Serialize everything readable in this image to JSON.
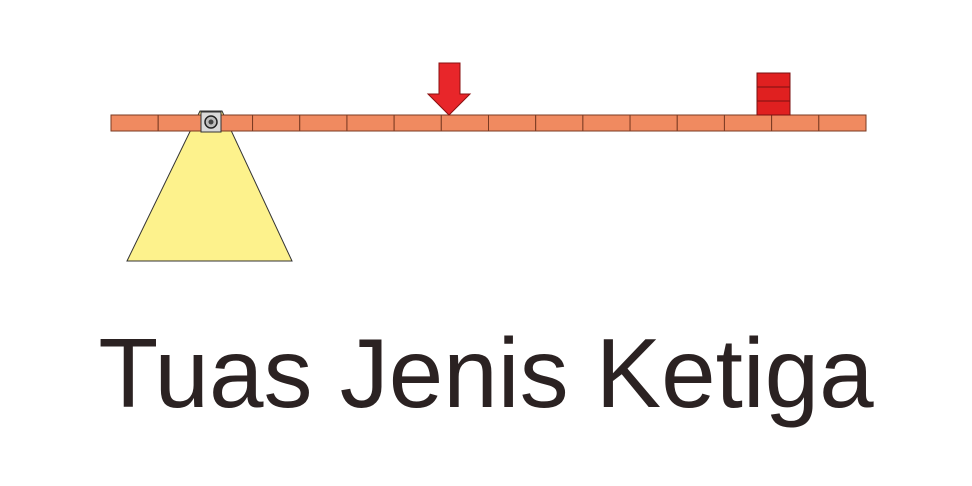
{
  "caption": "Tuas Jenis Ketiga",
  "lever": {
    "segments": 16
  },
  "load": {
    "blocks": 3
  },
  "colors": {
    "beam_fill": "#f08a60",
    "beam_stroke": "#7a3a22",
    "fulcrum_fill": "#fdf28c",
    "fulcrum_stroke": "#333333",
    "effort_arrow": "#e8262a",
    "load_fill": "#e02020",
    "load_stroke": "#7a1010",
    "pivot_fill": "#cccccc",
    "caption_text": "#2b2222"
  },
  "icons": {
    "fulcrum": "fulcrum-triangle",
    "pivot": "pivot-bolt",
    "effort": "arrow-down-icon",
    "load": "weight-stack"
  }
}
